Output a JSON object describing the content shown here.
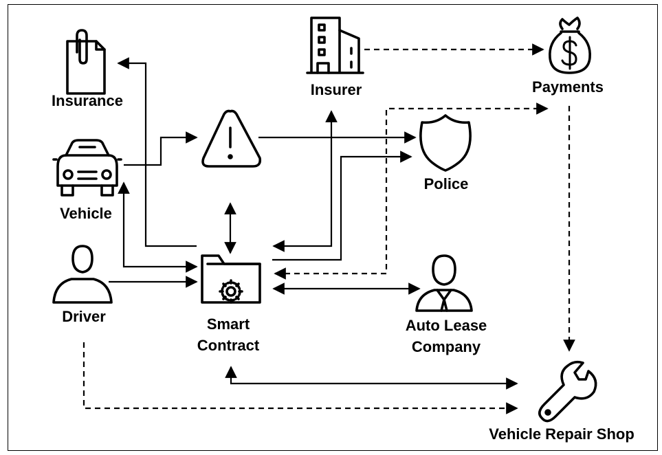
{
  "nodes": {
    "insurance": {
      "label": "Insurance",
      "icon": "document-clip-icon"
    },
    "insurer": {
      "label": "Insurer",
      "icon": "office-building-icon"
    },
    "payments": {
      "label": "Payments",
      "icon": "money-bag-icon"
    },
    "vehicle": {
      "label": "Vehicle",
      "icon": "car-icon"
    },
    "incident": {
      "label": "",
      "icon": "warning-icon"
    },
    "police": {
      "label": "Police",
      "icon": "shield-icon"
    },
    "driver": {
      "label": "Driver",
      "icon": "person-icon"
    },
    "smart_contract": {
      "label_line1": "Smart",
      "label_line2": "Contract",
      "icon": "folder-gear-icon"
    },
    "auto_lease": {
      "label_line1": "Auto Lease",
      "label_line2": "Company",
      "icon": "businessman-icon"
    },
    "repair_shop": {
      "label": "Vehicle Repair Shop",
      "icon": "wrench-icon"
    }
  },
  "edges": [
    {
      "from": "smart_contract",
      "to": "insurance",
      "style": "solid"
    },
    {
      "from": "smart_contract",
      "to": "vehicle",
      "style": "solid",
      "bidirectional": true
    },
    {
      "from": "driver",
      "to": "smart_contract",
      "style": "solid"
    },
    {
      "from": "vehicle",
      "to": "incident",
      "style": "solid"
    },
    {
      "from": "incident",
      "to": "police",
      "style": "solid"
    },
    {
      "from": "smart_contract",
      "to": "incident",
      "style": "solid",
      "bidirectional": true
    },
    {
      "from": "smart_contract",
      "to": "insurer",
      "style": "solid",
      "bidirectional": true
    },
    {
      "from": "smart_contract",
      "to": "police",
      "style": "solid"
    },
    {
      "from": "insurer",
      "to": "payments",
      "style": "dashed"
    },
    {
      "from": "smart_contract",
      "to": "payments",
      "style": "dashed",
      "bidirectional": true
    },
    {
      "from": "smart_contract",
      "to": "auto_lease",
      "style": "solid",
      "bidirectional": true
    },
    {
      "from": "payments",
      "to": "repair_shop",
      "style": "dashed"
    },
    {
      "from": "smart_contract",
      "to": "repair_shop",
      "style": "solid",
      "bidirectional": true
    },
    {
      "from": "driver",
      "to": "repair_shop",
      "style": "dashed"
    }
  ]
}
